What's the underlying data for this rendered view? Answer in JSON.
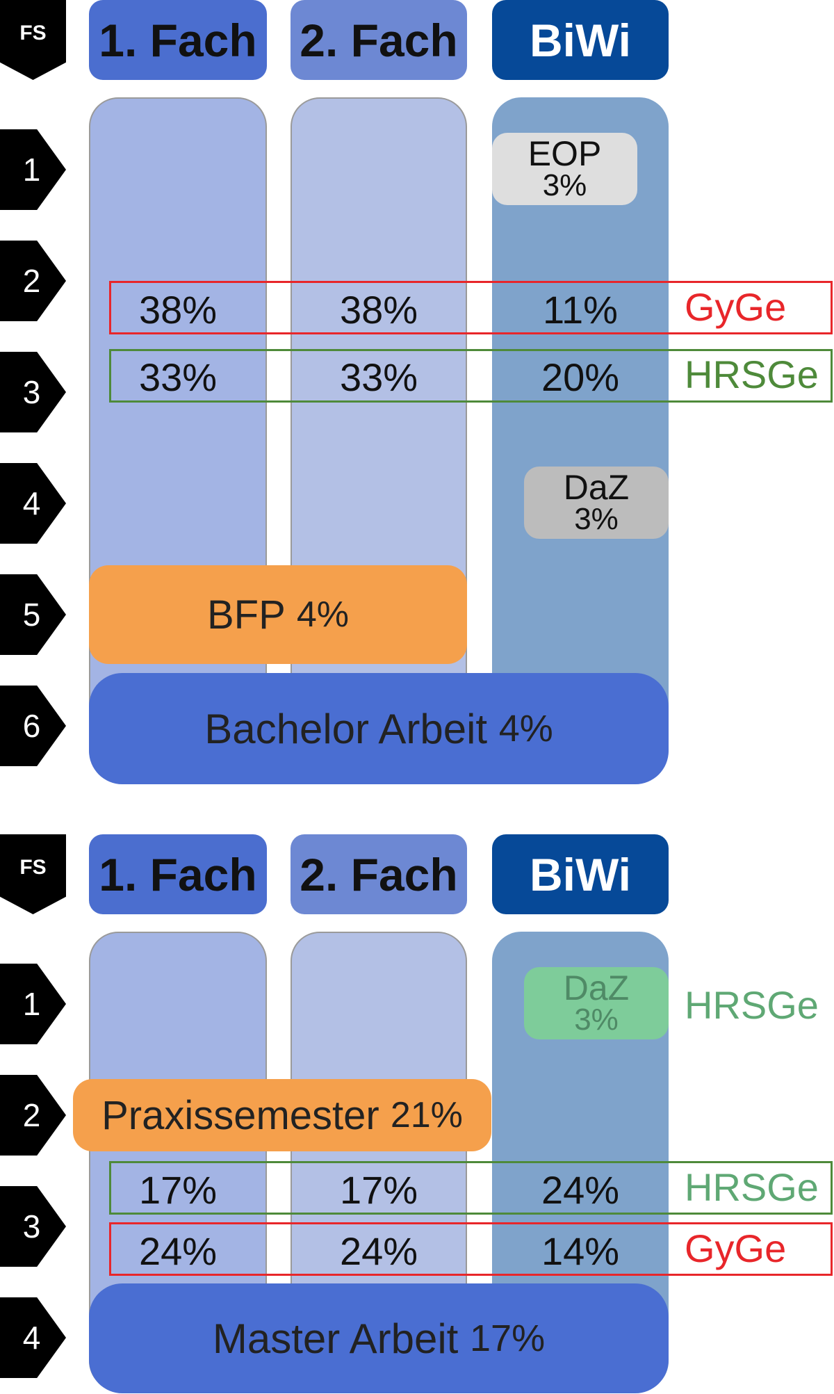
{
  "colors": {
    "fach1": "#4b6ecf",
    "fach2": "#6d88d3",
    "biwi": "#064998",
    "gyge": "#e8262a",
    "hrsge_bachelor": "#4e8a3a",
    "hrsge_master": "#5fa874",
    "praxis": "#f5a04c",
    "arbeit": "#4a6ed2"
  },
  "bachelor": {
    "fs_label": "FS",
    "headers": [
      "1. Fach",
      "2. Fach",
      "BiWi"
    ],
    "semesters": [
      "1",
      "2",
      "3",
      "4",
      "5",
      "6"
    ],
    "eop": {
      "name": "EOP",
      "pct": "3%"
    },
    "daz": {
      "name": "DaZ",
      "pct": "3%"
    },
    "gyge": {
      "label": "GyGe",
      "values": [
        "38%",
        "38%",
        "11%"
      ]
    },
    "hrsge": {
      "label": "HRSGe",
      "values": [
        "33%",
        "33%",
        "20%"
      ]
    },
    "bfp": {
      "name": "BFP",
      "pct": "4%"
    },
    "thesis": {
      "name": "Bachelor Arbeit",
      "pct": "4%"
    }
  },
  "master": {
    "fs_label": "FS",
    "headers": [
      "1. Fach",
      "2. Fach",
      "BiWi"
    ],
    "semesters": [
      "1",
      "2",
      "3",
      "4"
    ],
    "daz": {
      "name": "DaZ",
      "pct": "3%",
      "tag": "HRSGe"
    },
    "praxis": {
      "name": "Praxissemester",
      "pct": "21%"
    },
    "hrsge": {
      "label": "HRSGe",
      "values": [
        "17%",
        "17%",
        "24%"
      ]
    },
    "gyge": {
      "label": "GyGe",
      "values": [
        "24%",
        "24%",
        "14%"
      ]
    },
    "thesis": {
      "name": "Master Arbeit",
      "pct": "17%"
    }
  }
}
